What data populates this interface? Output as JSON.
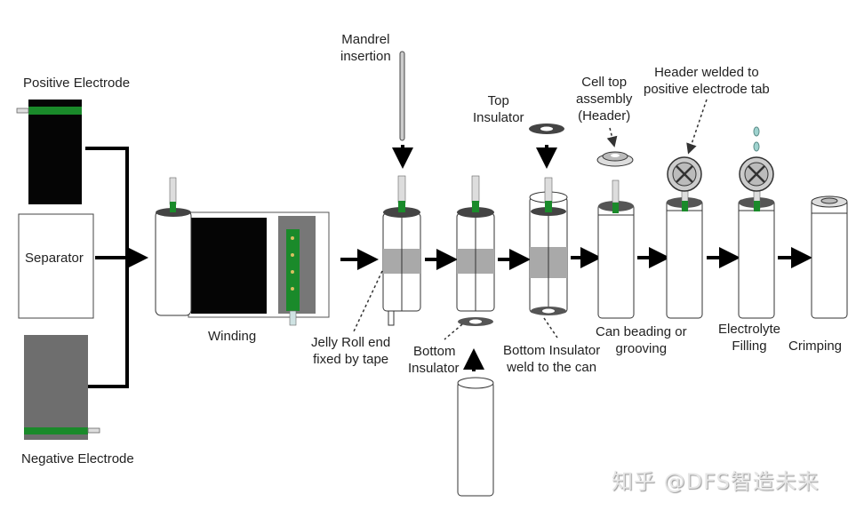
{
  "title": "Cylindrical lithium-ion cell manufacturing process",
  "colors": {
    "positive_electrode": "#050505",
    "negative_electrode": "#6e6e6e",
    "tab_green": "#1a8a2a",
    "tape_gray": "#a9a9a9",
    "arrow": "#000000",
    "electrolyte_drop": "#9fd3cf"
  },
  "inputs": {
    "positive_electrode": "Positive Electrode",
    "separator": "Separator",
    "negative_electrode": "Negative Electrode"
  },
  "steps": [
    {
      "id": "winding",
      "label": "Winding"
    },
    {
      "id": "mandrel",
      "label": "Mandrel insertion",
      "lines": [
        "Mandrel",
        "insertion"
      ]
    },
    {
      "id": "jelly_roll",
      "label": "Jelly Roll end fixed by tape",
      "lines": [
        "Jelly Roll end",
        "fixed by tape"
      ]
    },
    {
      "id": "bottom_insulator",
      "label": "Bottom Insulator",
      "lines": [
        "Bottom",
        "Insulator"
      ]
    },
    {
      "id": "top_insulator",
      "label": "Top Insulator",
      "lines": [
        "Top",
        "Insulator"
      ]
    },
    {
      "id": "bottom_weld",
      "label": "Bottom Insulator weld to the can",
      "lines": [
        "Bottom Insulator",
        "weld to the can"
      ]
    },
    {
      "id": "header",
      "label": "Cell top assembly (Header)",
      "lines": [
        "Cell top",
        "assembly",
        "(Header)"
      ]
    },
    {
      "id": "beading",
      "label": "Can beading or grooving",
      "lines": [
        "Can beading or",
        "grooving"
      ]
    },
    {
      "id": "header_weld",
      "label": "Header welded to positive electrode tab",
      "lines": [
        "Header welded to",
        "positive electrode tab"
      ]
    },
    {
      "id": "electrolyte",
      "label": "Electrolyte Filling",
      "lines": [
        "Electrolyte",
        "Filling"
      ]
    },
    {
      "id": "crimping",
      "label": "Crimping"
    }
  ],
  "watermark": "知乎 @DFS智造未来"
}
